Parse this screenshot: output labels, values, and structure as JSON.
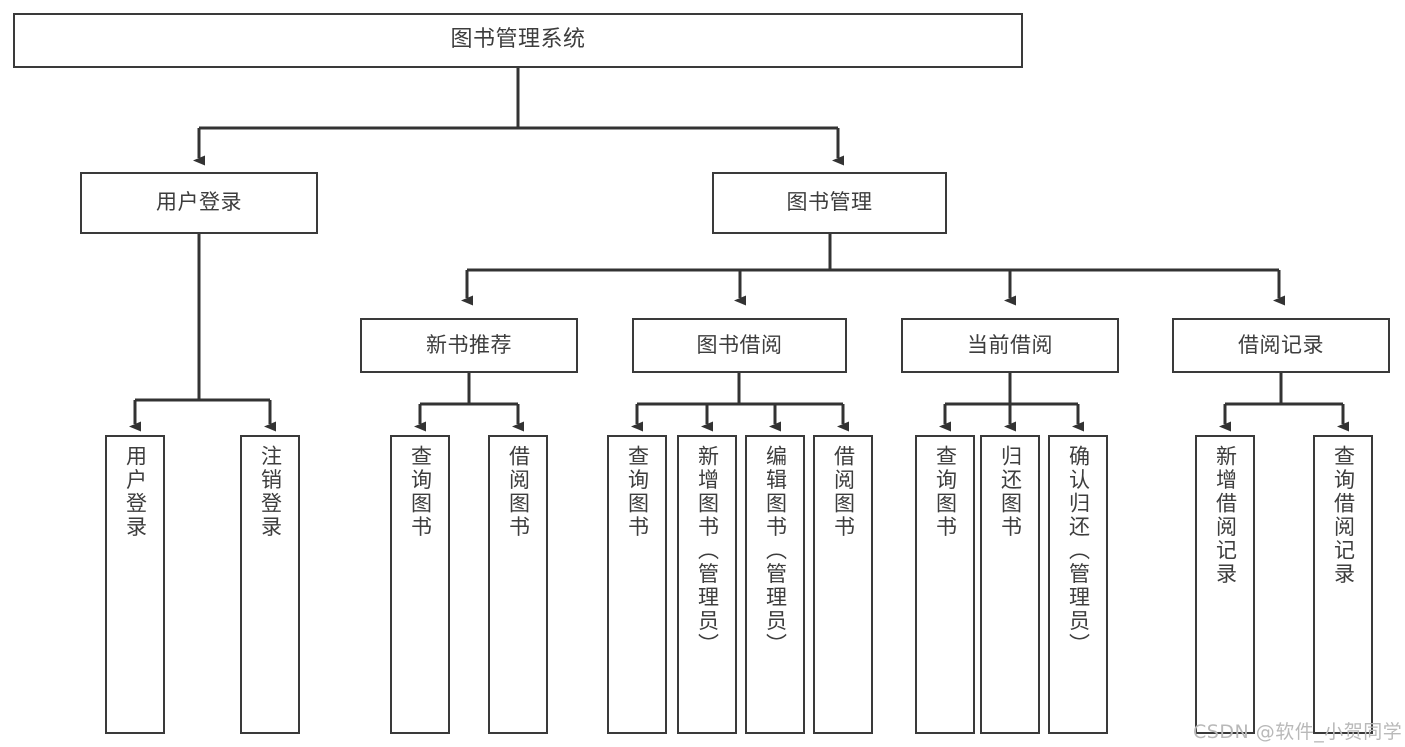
{
  "diagram": {
    "title": "图书管理系统",
    "type": "功能结构图",
    "root": {
      "label": "图书管理系统"
    },
    "level1": [
      {
        "label": "用户登录"
      },
      {
        "label": "图书管理"
      }
    ],
    "level2": [
      {
        "label": "新书推荐"
      },
      {
        "label": "图书借阅"
      },
      {
        "label": "当前借阅"
      },
      {
        "label": "借阅记录"
      }
    ],
    "leaves": {
      "user_login": [
        {
          "label": "用户登录"
        },
        {
          "label": "注销登录"
        }
      ],
      "new_book_recommend": [
        {
          "label": "查询图书"
        },
        {
          "label": "借阅图书"
        }
      ],
      "book_borrow": [
        {
          "label": "查询图书"
        },
        {
          "label": "新增图书（管理员）"
        },
        {
          "label": "编辑图书（管理员）"
        },
        {
          "label": "借阅图书"
        }
      ],
      "current_borrow": [
        {
          "label": "查询图书"
        },
        {
          "label": "归还图书"
        },
        {
          "label": "确认归还（管理员）"
        }
      ],
      "borrow_record": [
        {
          "label": "新增借阅记录"
        },
        {
          "label": "查询借阅记录"
        }
      ]
    }
  },
  "watermark": {
    "text": "CSDN @软件_小贺同学"
  },
  "colors": {
    "border": "#3a3a3a",
    "text": "#3d3d3d",
    "background": "#ffffff",
    "watermark": "#b9b9b9"
  }
}
